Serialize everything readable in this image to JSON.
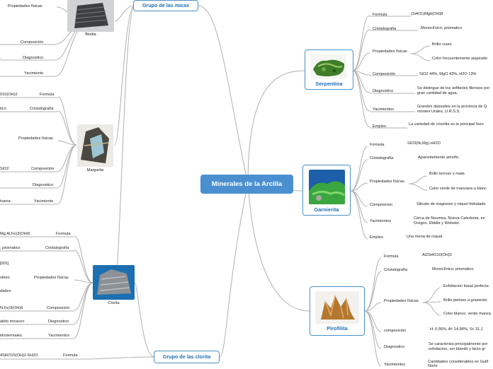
{
  "central": "Minerales de la Arcilla",
  "groups": {
    "micas": "Grupo de las micas",
    "clorita": "Grupo de las clorita"
  },
  "serpentina": {
    "title": "Serpentina",
    "labels": {
      "formula": "Formula",
      "cristalografia": "Cristalografía",
      "propiedades": "Propiedades físicas",
      "composicion": "Composición",
      "diagnostico": "Diagnostico",
      "yacimientos": "Yacimientos",
      "empleo": "Empleo"
    },
    "values": {
      "formula": "(Si4O1)Mg6(OH)8",
      "cristalografia": "Monoclínico; prismatico",
      "brillo": "Brillo craso",
      "color": "Color frecuentemente jaspeado",
      "composicion": "SiO2 44%, MgO 43%, H2O 13%",
      "diagnostico_1": "Se distingue de los anfíboles fibrosos por",
      "diagnostico_2": "gran cantidad de agua.",
      "yacimientos_1": "Grandes depositos en la provincia de Q",
      "yacimientos_2": "montes Urales, U.R.S.S.",
      "empleo": "La variedad de crisolita es la principal fuen"
    }
  },
  "garnierita": {
    "title": "Garnierita",
    "labels": {
      "formula": "Formula",
      "cristalografia": "Cristalografía",
      "propiedades": "Propiedades físicas",
      "composicion": "Composicion",
      "yacimientos": "Yacimientos",
      "empleo": "Empleo"
    },
    "values": {
      "formula": "SiO3(Ni,Mg).nH2O",
      "cristalografia": "Aparentemente amorfo.",
      "brillo": "Brillo terroso y mate.",
      "color": "Color verde de manzana a blanc",
      "composicion": "Silicato de magnesio y níquel hidratado",
      "yacimientos_1": "Cerca de Noumea, Nueva Caledonia, en",
      "yacimientos_2": "Oregon, Riddle y Webster.",
      "empleo": "Una mena de níquel."
    }
  },
  "pirofilita": {
    "title": "Pirofilita",
    "labels": {
      "formula": "Formula",
      "cristalografia": "Cristalografía",
      "propiedades": "Propiedades físicas",
      "composicion": "composicion",
      "diagnostico": "Diagnostico",
      "yacimientos": "Yacimientos"
    },
    "values": {
      "formula": "Al2Si4O10(OH)2",
      "cristalografia": "Monoclínico; prismatico",
      "exfoliacion": "Exfoliacion basal perfecta",
      "brillo": "Brillo perloso a grasiento",
      "color": "Color blanco, verde manza",
      "composicion": "H: 0,56%, Al: 14,98%, Si: 31,1",
      "diagnostico_1": "Se caracteriza principalmente por",
      "diagnostico_2": "exfoliacion, ser blando y tacto gr",
      "yacimientos_1": "Cantidades considerables en Guilf",
      "yacimientos_2": "Norte"
    }
  },
  "biotita": {
    "name": "Biotita",
    "labels": {
      "propiedades": "Propiedades físicas",
      "composicion": "Composición",
      "diagnostico": "Diagnostico",
      "yacimiento": "Yacimiento"
    },
    "values": {
      "diagnostico": "."
    }
  },
  "margarita": {
    "name": "Margarita",
    "labels": {
      "formula": "Formula",
      "cristalografia": "Cristalografía",
      "propiedades": "Propiedades físicas",
      "composicion": "Composición",
      "diagnostico": "Diagnostico",
      "yacimiento": "Yacimiento"
    },
    "values": {
      "formula": "010(OH)2",
      "cristalografia": "tico",
      "composicion": "SiO2",
      "yacimiento": "lvania."
    }
  },
  "clorita": {
    "name": "Clorita",
    "labels": {
      "formula": "Formula",
      "cristalografia": "Cristalografía",
      "propiedades": "Propiedades físicas",
      "composicion": "Composición",
      "diagnostico": "Diagnostico",
      "yacimientos": "Yacimientos"
    },
    "values": {
      "formula": "Mg,Al,Fe)3(OH)6",
      "cristalografia": "; prismatico",
      "exfoliacion": "[001]",
      "brillo": "vitreo",
      "color": "dades",
      "composicion": "N,Fe)3(OH)6",
      "diagnostico": "abito micaceo",
      "yacimientos": "idrotermales."
    }
  },
  "clorita_group": {
    "formula_label": "Formula",
    "formula_value": "4Si6O15(OH)2·6H2O"
  },
  "colors": {
    "branch": "#a8a8a8",
    "accent": "#4a8fd0",
    "title": "#1f6fb5"
  }
}
